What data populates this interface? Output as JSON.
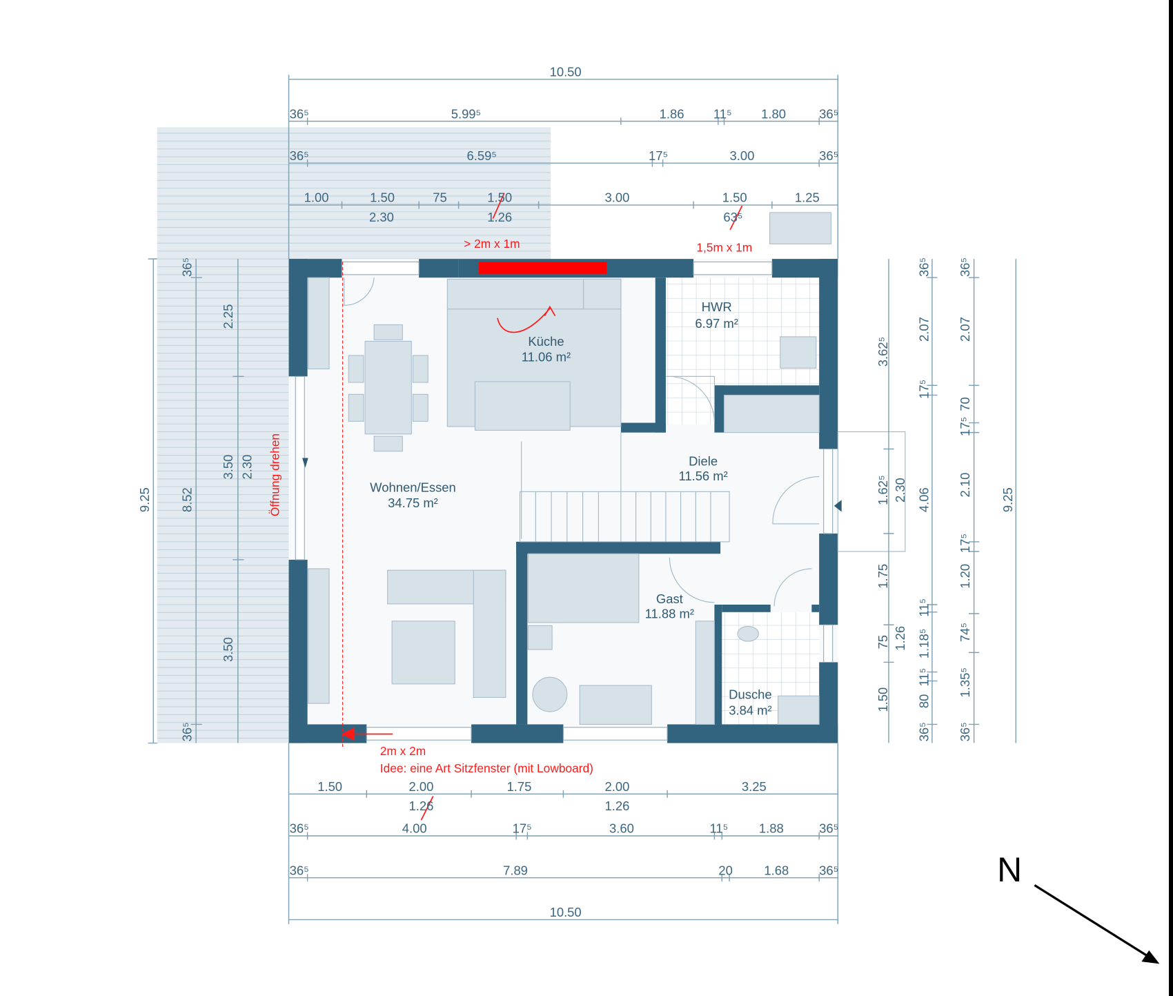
{
  "title": "Grundriss Erdgeschoss",
  "colors": {
    "wall": "#33647f",
    "dimension": "#3c6680",
    "annotation": "#ff1a1a",
    "terrace": "#e4ebf0"
  },
  "rooms": [
    {
      "name": "Küche",
      "area": "11.06 m²"
    },
    {
      "name": "HWR",
      "area": "6.97 m²"
    },
    {
      "name": "Diele",
      "area": "11.56 m²"
    },
    {
      "name": "Wohnen/Essen",
      "area": "34.75 m²"
    },
    {
      "name": "Gast",
      "area": "11.88 m²"
    },
    {
      "name": "Dusche",
      "area": "3.84 m²"
    }
  ],
  "dimensions": {
    "top_overall": [
      "10.50"
    ],
    "top_chain_1": [
      "36⁵",
      "5.99⁵",
      "1.86",
      "11⁵",
      "1.80",
      "36⁵"
    ],
    "top_chain_2": [
      "36⁵",
      "6.59⁵",
      "17⁵",
      "3.00",
      "36⁵"
    ],
    "top_openings": [
      "1.00",
      "1.50",
      "75",
      "1.50",
      "3.00",
      "1.50",
      "1.25"
    ],
    "top_opening_heights": [
      "2.30",
      "1.26",
      "63⁵"
    ],
    "bottom_openings": [
      "1.50",
      "2.00",
      "1.75",
      "2.00",
      "3.25"
    ],
    "bottom_opening_heights": [
      "1.26",
      "1.26"
    ],
    "bottom_chain_1": [
      "36⁵",
      "4.00",
      "17⁵",
      "3.60",
      "11⁵",
      "1.88",
      "36⁵"
    ],
    "bottom_chain_2": [
      "36⁵",
      "7.89",
      "20",
      "1.68",
      "36⁵"
    ],
    "bottom_overall": [
      "10.50"
    ],
    "left": [
      "9.25",
      "8.52",
      "36⁵",
      "36⁵",
      "2.25",
      "3.50",
      "2.30",
      "3.50"
    ],
    "right_openings": [
      "3.62⁵",
      "1.62⁵",
      "2.30",
      "1.75",
      "75",
      "1.26",
      "1.50"
    ],
    "right_chain_1": [
      "36⁵",
      "2.07",
      "17⁵",
      "4.06",
      "11⁵",
      "1.18⁵",
      "11⁵",
      "80",
      "36⁵"
    ],
    "right_chain_2": [
      "36⁵",
      "2.07",
      "70",
      "17⁵",
      "2.10",
      "17⁵",
      "1.20",
      "74⁵",
      "1.35⁵",
      "36⁵"
    ],
    "right_overall": [
      "9.25"
    ]
  },
  "annotations": {
    "kitchen_window": "> 2m x 1m",
    "hwr_window": "1,5m x 1m",
    "rotate_opening": "Öffnung drehen",
    "seat_window_size": "2m x 2m",
    "seat_window_idea": "Idee: eine Art Sitzfenster (mit Lowboard)"
  },
  "north": {
    "label": "N"
  }
}
